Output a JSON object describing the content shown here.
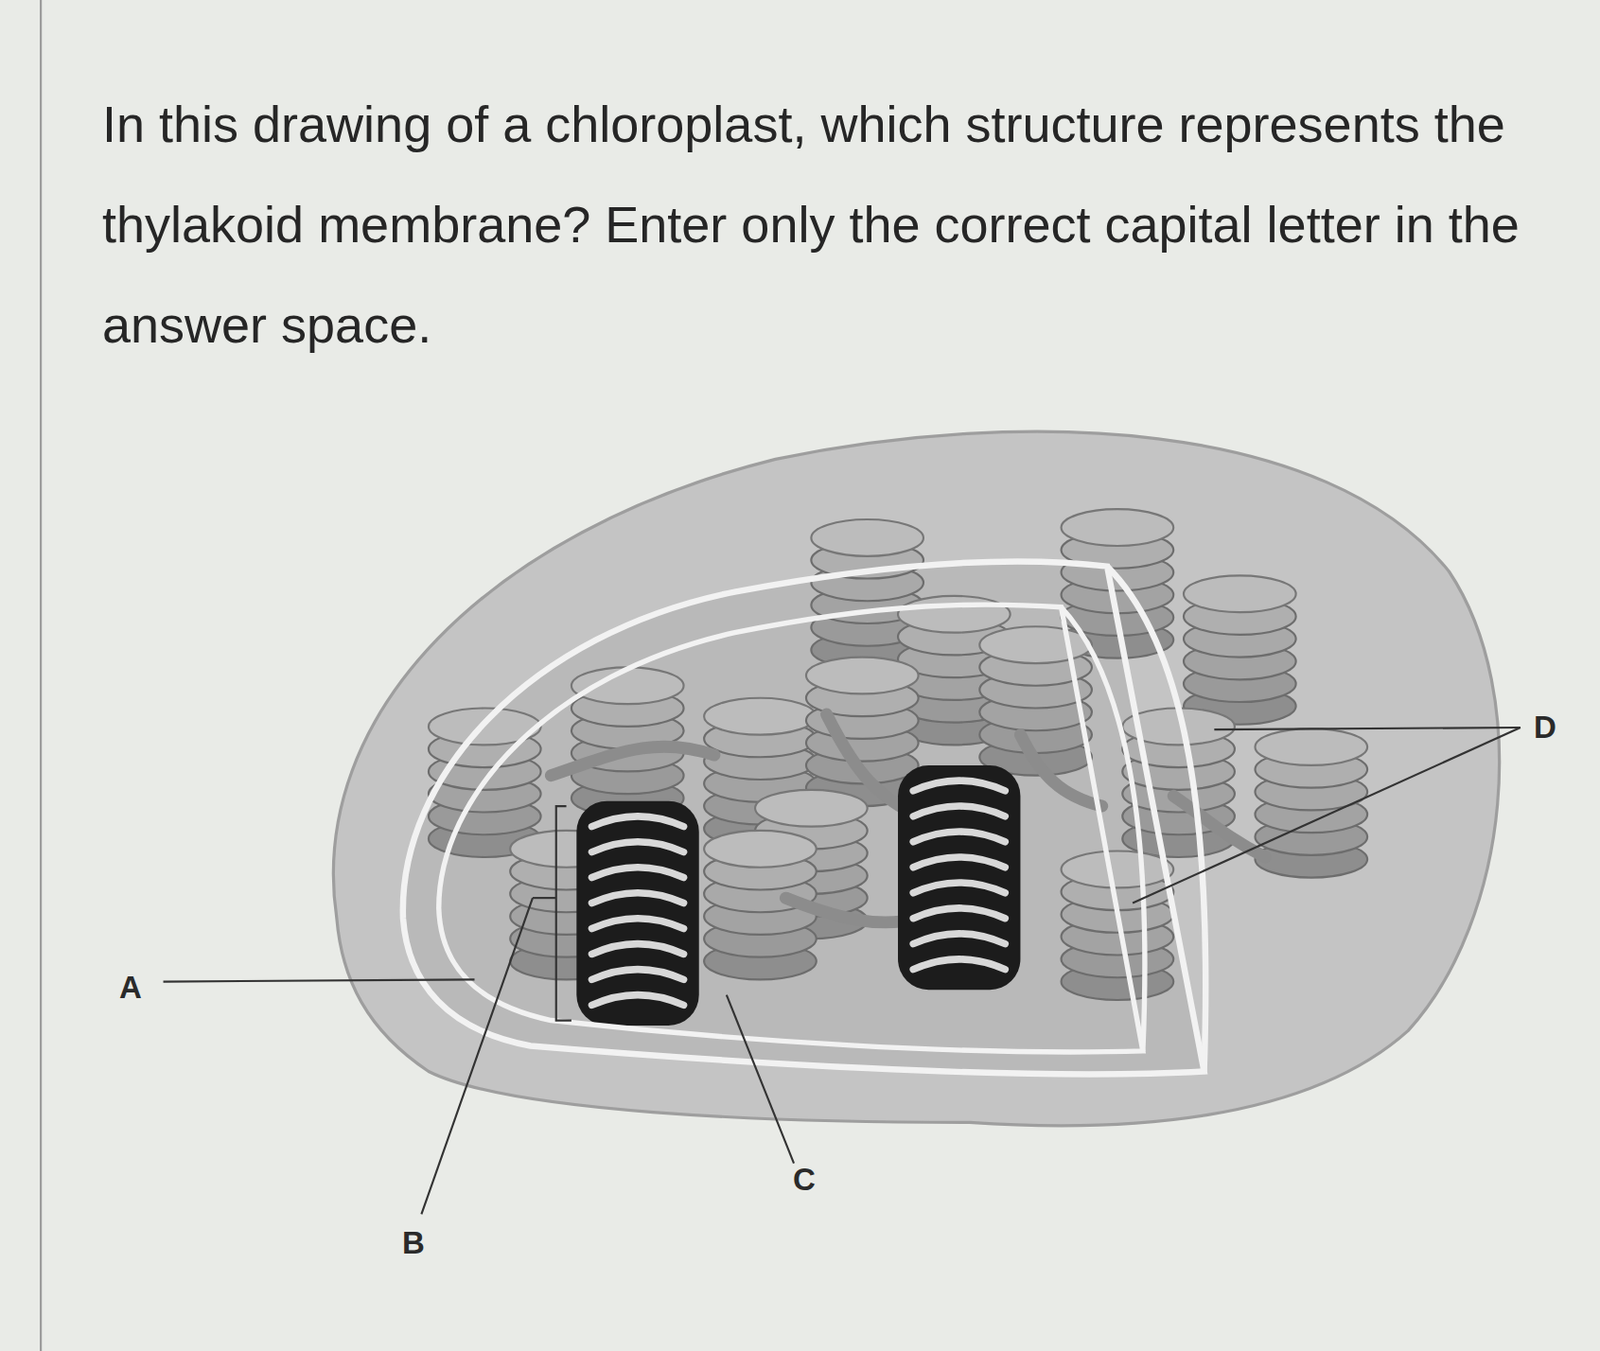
{
  "diagram": {
    "title": "In this drawing of a chloroplast, which structure represents the thylakoid membrane? Enter only the correct capital letter in the answer space.",
    "labels": [
      "A",
      "B",
      "C",
      "D"
    ]
  }
}
